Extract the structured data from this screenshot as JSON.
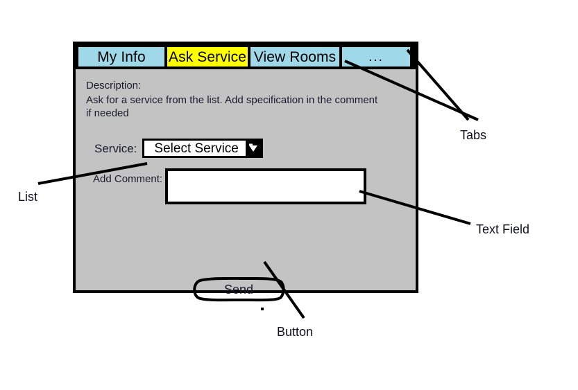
{
  "window": {
    "tabs": [
      {
        "label": "My Info",
        "active": false,
        "color": "#9fd8e8"
      },
      {
        "label": "Ask Service",
        "active": true,
        "color": "#ffff00"
      },
      {
        "label": "View Rooms",
        "active": false,
        "color": "#9fd8e8"
      },
      {
        "label": "...",
        "active": false,
        "color": "#9fd8e8"
      }
    ],
    "panel": {
      "description_title": "Description:",
      "description_text": "Ask for a service from the list. Add specification in the comment if needed",
      "service_label": "Service:",
      "service_selected": "Select Service",
      "service_arrow_icon": "chevron-down-icon",
      "comment_label": "Add Comment:",
      "comment_value": "",
      "comment_placeholder": "",
      "send_label": "Send"
    }
  },
  "annotations": {
    "tabs": "Tabs",
    "text_field": "Text Field",
    "list": "List",
    "button": "Button"
  },
  "colors": {
    "tab_inactive": "#9fd8e8",
    "tab_active": "#ffff00",
    "panel_background": "#c3c3c3",
    "outline": "#000000",
    "field_background": "#ffffff",
    "page_background": "#ffffff"
  }
}
